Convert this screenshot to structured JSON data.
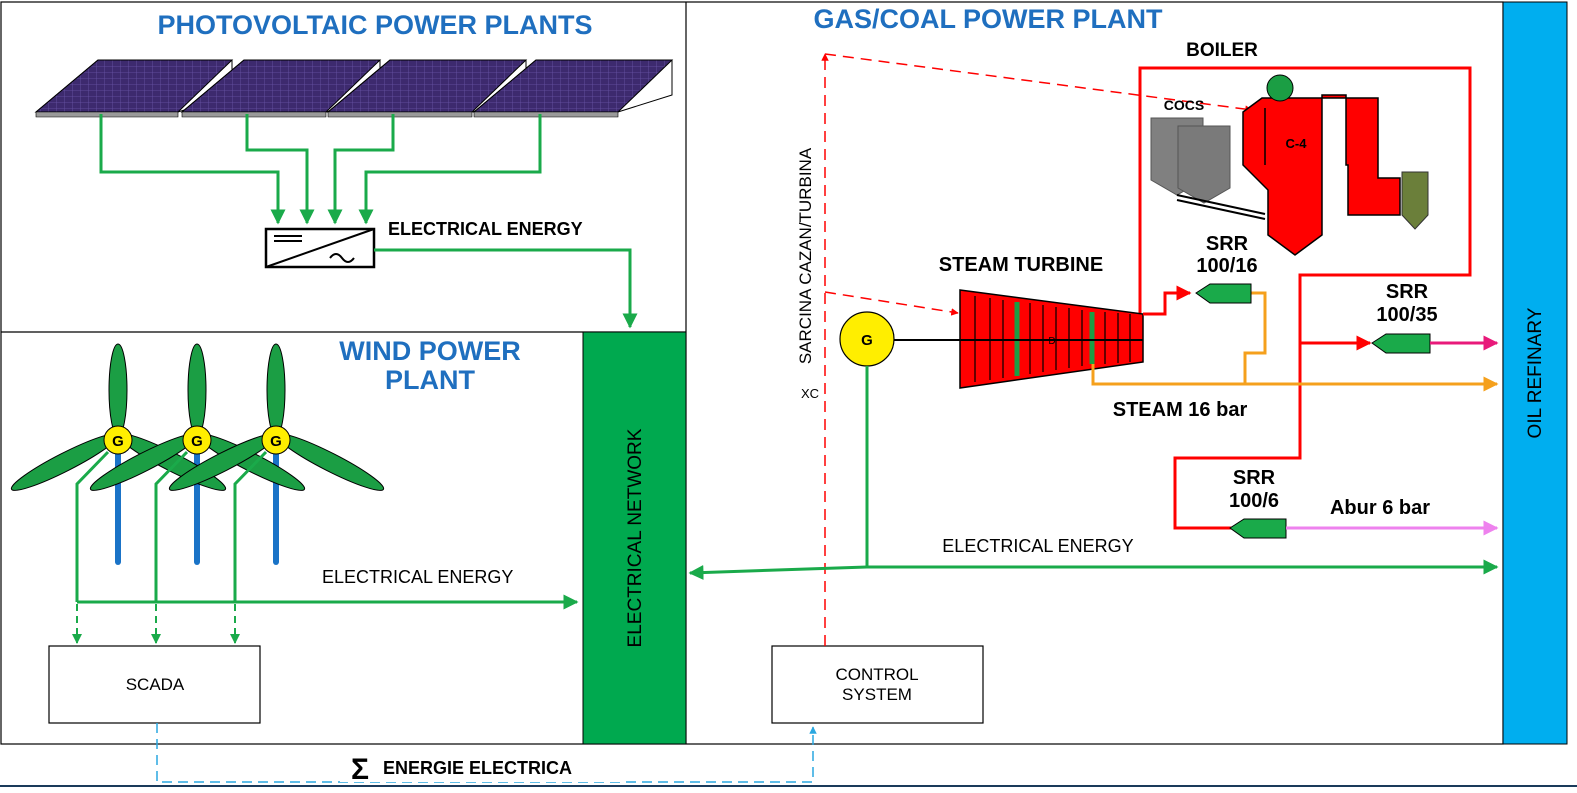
{
  "titles": {
    "pv": "PHOTOVOLTAIC POWER PLANTS",
    "wind_line1": "WIND POWER",
    "wind_line2": "PLANT",
    "gas": "GAS/COAL POWER PLANT"
  },
  "labels": {
    "pv_energy": "ELECTRICAL ENERGY",
    "wind_energy": "ELECTRICAL ENERGY",
    "gas_energy": "ELECTRICAL ENERGY",
    "network": "ELECTRICAL NETWORK",
    "refinery": "OIL REFINARY",
    "scada": "SCADA",
    "control_line1": "CONTROL",
    "control_line2": "SYSTEM",
    "sum_symbol": "Σ",
    "energie": "ENERGIE ELECTRICA",
    "sarcina": "SARCINA CAZAN/TURBINA",
    "xc": "XC",
    "boiler": "BOILER",
    "cocs": "COCS",
    "c4": "C-4",
    "steam_turbine": "STEAM TURBINE",
    "turbine_d": "D",
    "generator": "G",
    "srr16_line1": "SRR",
    "srr16_line2": "100/16",
    "srr35_line1": "SRR",
    "srr35_line2": "100/35",
    "srr6_line1": "SRR",
    "srr6_line2": "100/6",
    "steam16": "STEAM 16 bar",
    "abur6": "Abur 6 bar"
  },
  "colors": {
    "title_blue": "#1f6fbf",
    "network_green": "#00a94f",
    "line_green": "#1aaa4a",
    "boiler_red": "#ff0000",
    "steam_orange": "#f5a01c",
    "refinery_blue": "#00aeef",
    "pink": "#e8197a",
    "magenta": "#ee82ee",
    "solar_purple": "#3d2a6e",
    "generator_yellow": "#ffee00",
    "blade_green": "#1b9e44",
    "tower_blue": "#1a73c7",
    "gray": "#808080",
    "olive": "#6b7f3a"
  }
}
